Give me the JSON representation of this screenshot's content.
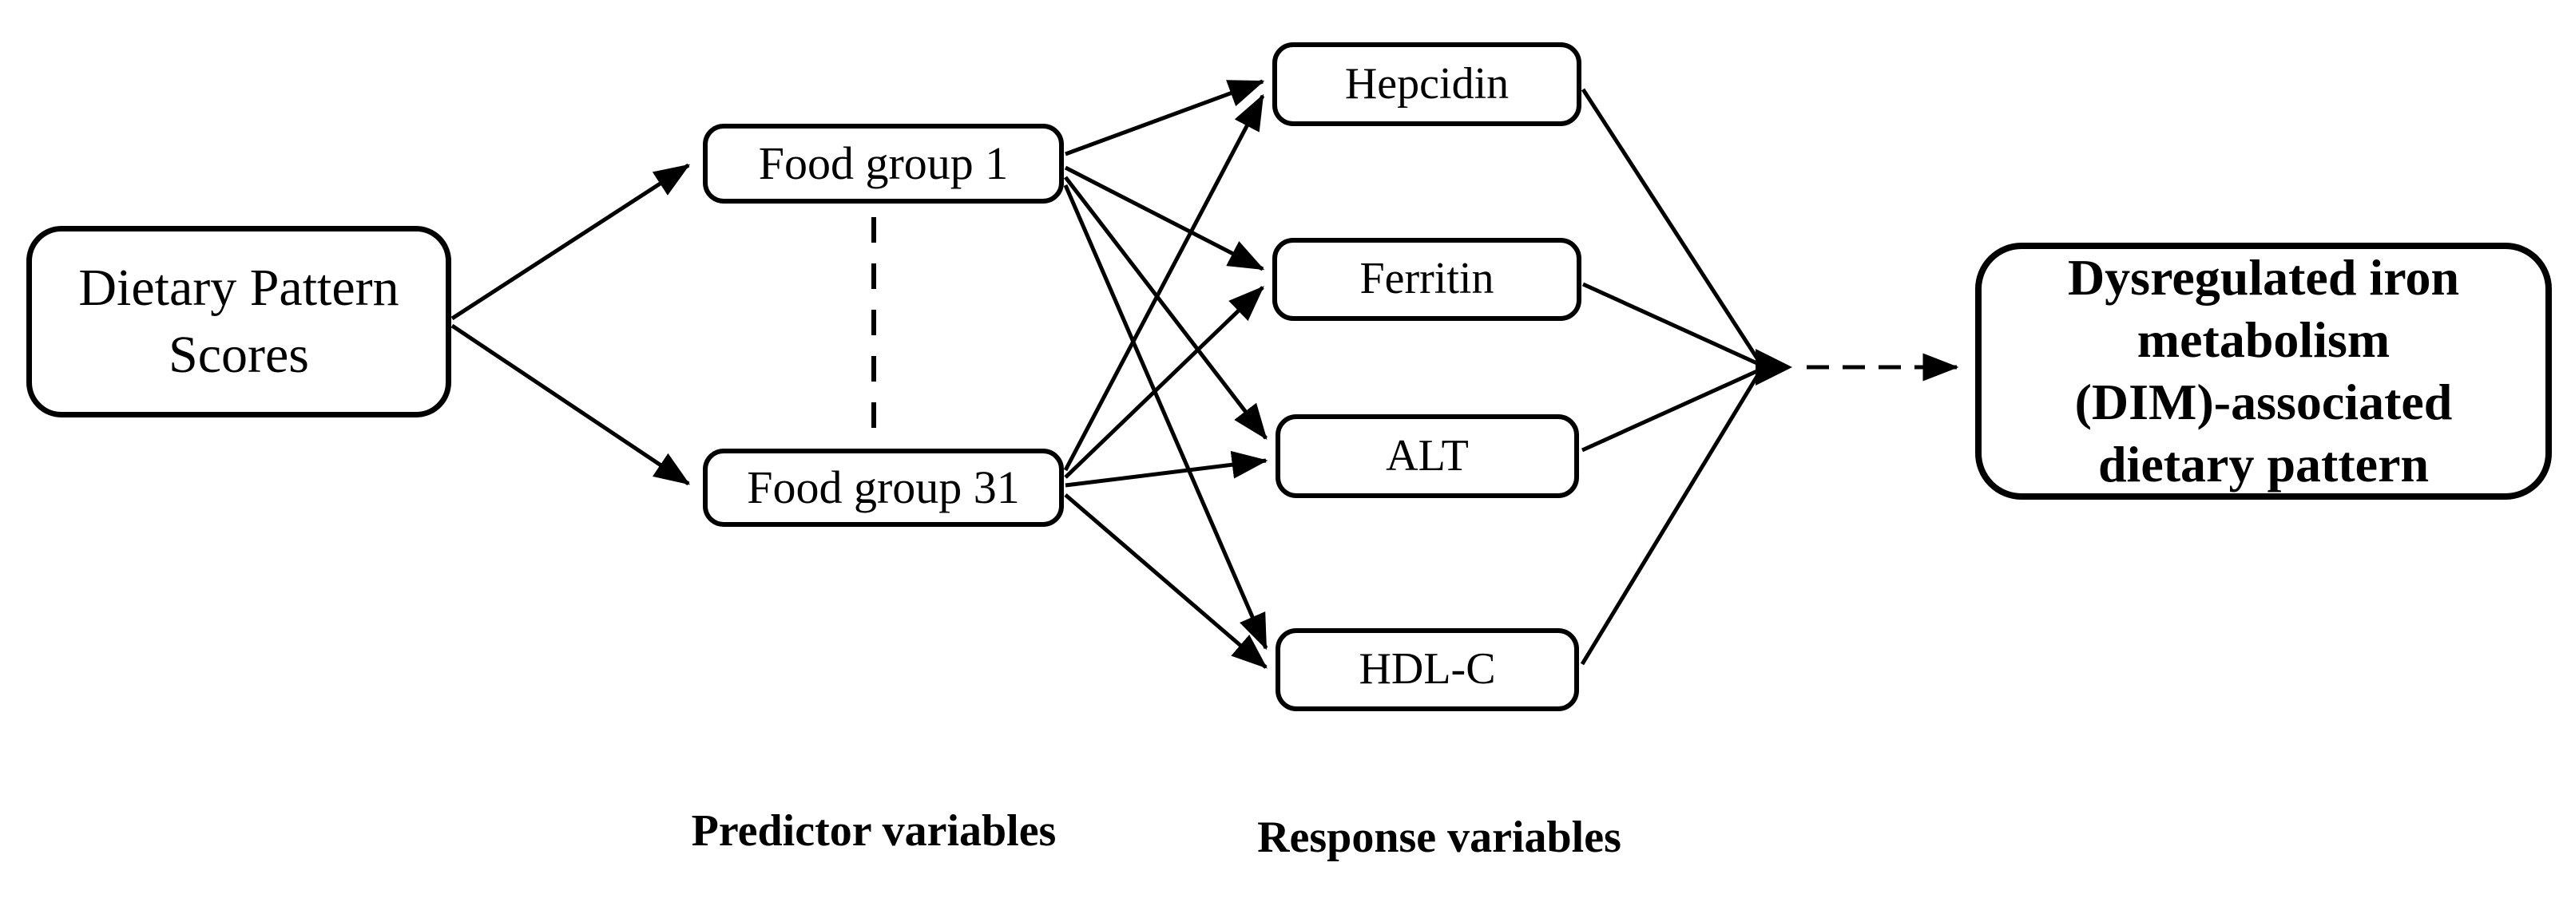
{
  "figure": {
    "background": "#ffffff",
    "ink": "#000000",
    "nodes": {
      "dietary": {
        "label": "Dietary Pattern Scores",
        "lines": [
          "Dietary Pattern",
          "Scores"
        ]
      },
      "food_group_1": {
        "label": "Food group 1"
      },
      "food_group_31": {
        "label": "Food group 31"
      },
      "hepcidin": {
        "label": "Hepcidin"
      },
      "ferritin": {
        "label": "Ferritin"
      },
      "alt": {
        "label": "ALT"
      },
      "hdl_c": {
        "label": "HDL-C"
      },
      "dim": {
        "label": "Dysregulated iron metabolism (DIM)-associated dietary pattern",
        "lines": [
          "Dysregulated iron",
          "metabolism",
          "(DIM)-associated",
          "dietary pattern"
        ]
      }
    },
    "captions": {
      "predictor": "Predictor variables",
      "response": "Response variables"
    }
  }
}
